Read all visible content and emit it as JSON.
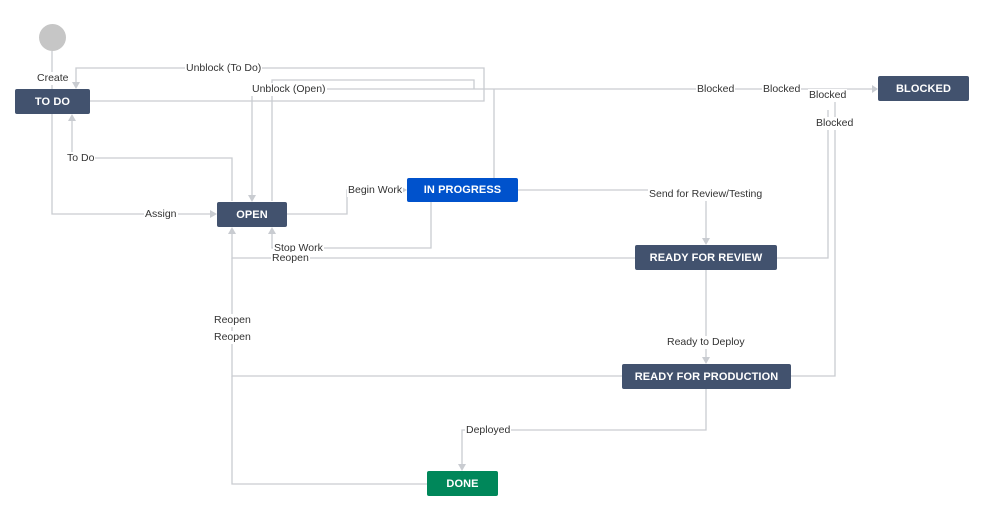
{
  "start": {
    "label": "Create"
  },
  "statuses": {
    "todo": "TO DO",
    "blocked": "BLOCKED",
    "open": "OPEN",
    "in_progress": "IN PROGRESS",
    "ready_for_review": "READY FOR REVIEW",
    "ready_for_production": "READY FOR PRODUCTION",
    "done": "DONE"
  },
  "transitions": {
    "unblock_todo": "Unblock (To Do)",
    "unblock_open": "Unblock (Open)",
    "blocked_1": "Blocked",
    "blocked_2": "Blocked",
    "blocked_3": "Blocked",
    "blocked_4": "Blocked",
    "to_do": "To Do",
    "assign": "Assign",
    "begin_work": "Begin Work",
    "stop_work": "Stop Work",
    "reopen_1": "Reopen",
    "reopen_2": "Reopen",
    "reopen_3": "Reopen",
    "send_for_review": "Send for Review/Testing",
    "ready_to_deploy": "Ready to Deploy",
    "deployed": "Deployed"
  },
  "colors": {
    "status_default": "#42526e",
    "status_in_progress": "#0052cc",
    "status_done": "#00875a",
    "connector": "#c9ccd1",
    "start_node": "#c6c6c6"
  }
}
